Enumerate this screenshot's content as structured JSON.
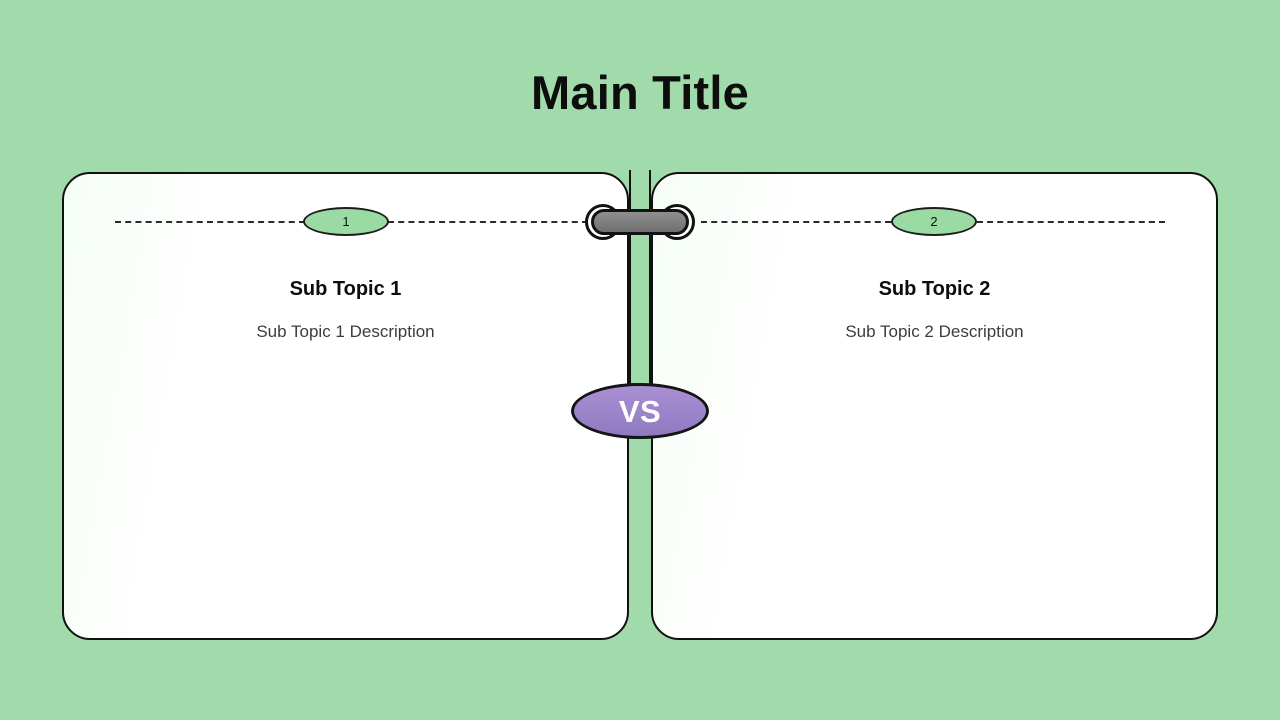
{
  "slide": {
    "title": "Main Title",
    "background_color": "#a2dbab",
    "accent_color": "#9adba4",
    "vs_color": "#9a83c9",
    "clip_color": "#7e7e7e",
    "border_color": "#111111"
  },
  "center": {
    "vs_label": "VS",
    "clip_icon": "binder-clip-icon"
  },
  "panels": [
    {
      "number": "1",
      "title": "Sub Topic 1",
      "description": "Sub Topic 1 Description"
    },
    {
      "number": "2",
      "title": "Sub Topic 2",
      "description": "Sub Topic 2 Description"
    }
  ]
}
